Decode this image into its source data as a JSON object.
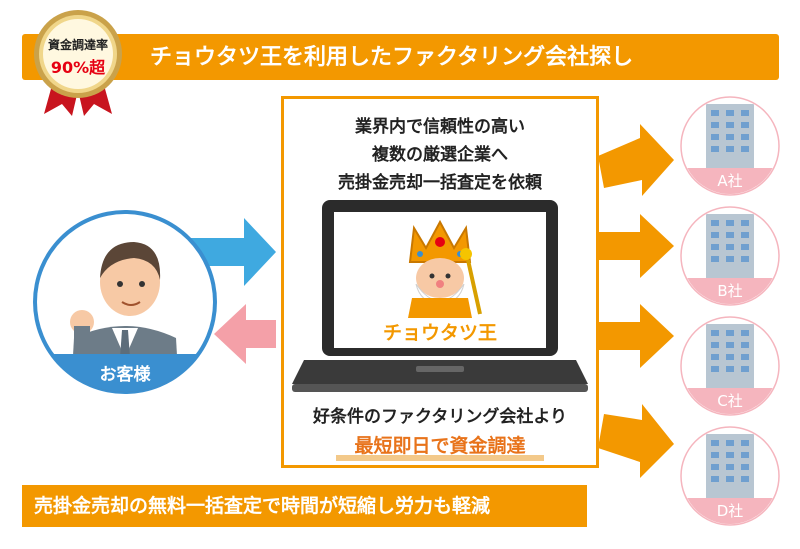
{
  "banner": {
    "title": "チョウタツ王を利用したファクタリング会社探し"
  },
  "medal": {
    "line1": "資金調達率",
    "line2": "90%超"
  },
  "panel": {
    "lines": [
      "業界内で信頼性の高い",
      "複数の厳選企業へ",
      "売掛金売却一括査定を依頼"
    ],
    "brand": "チョウタツ王",
    "result": "好条件のファクタリング会社より",
    "highlight": "最短即日で資金調達"
  },
  "customer": {
    "label": "お客様"
  },
  "companies": [
    {
      "label": "A社"
    },
    {
      "label": "B社"
    },
    {
      "label": "C社"
    },
    {
      "label": "D社"
    }
  ],
  "bottom": {
    "title": "売掛金売却の無料一括査定で時間が短縮し労力も軽減"
  },
  "colors": {
    "orange": "#f39800",
    "blue_arrow": "#3fa9e0",
    "pink_arrow": "#f4a0a8",
    "pink_base": "#f5b5be",
    "circle_blue": "#3a8fd0"
  }
}
